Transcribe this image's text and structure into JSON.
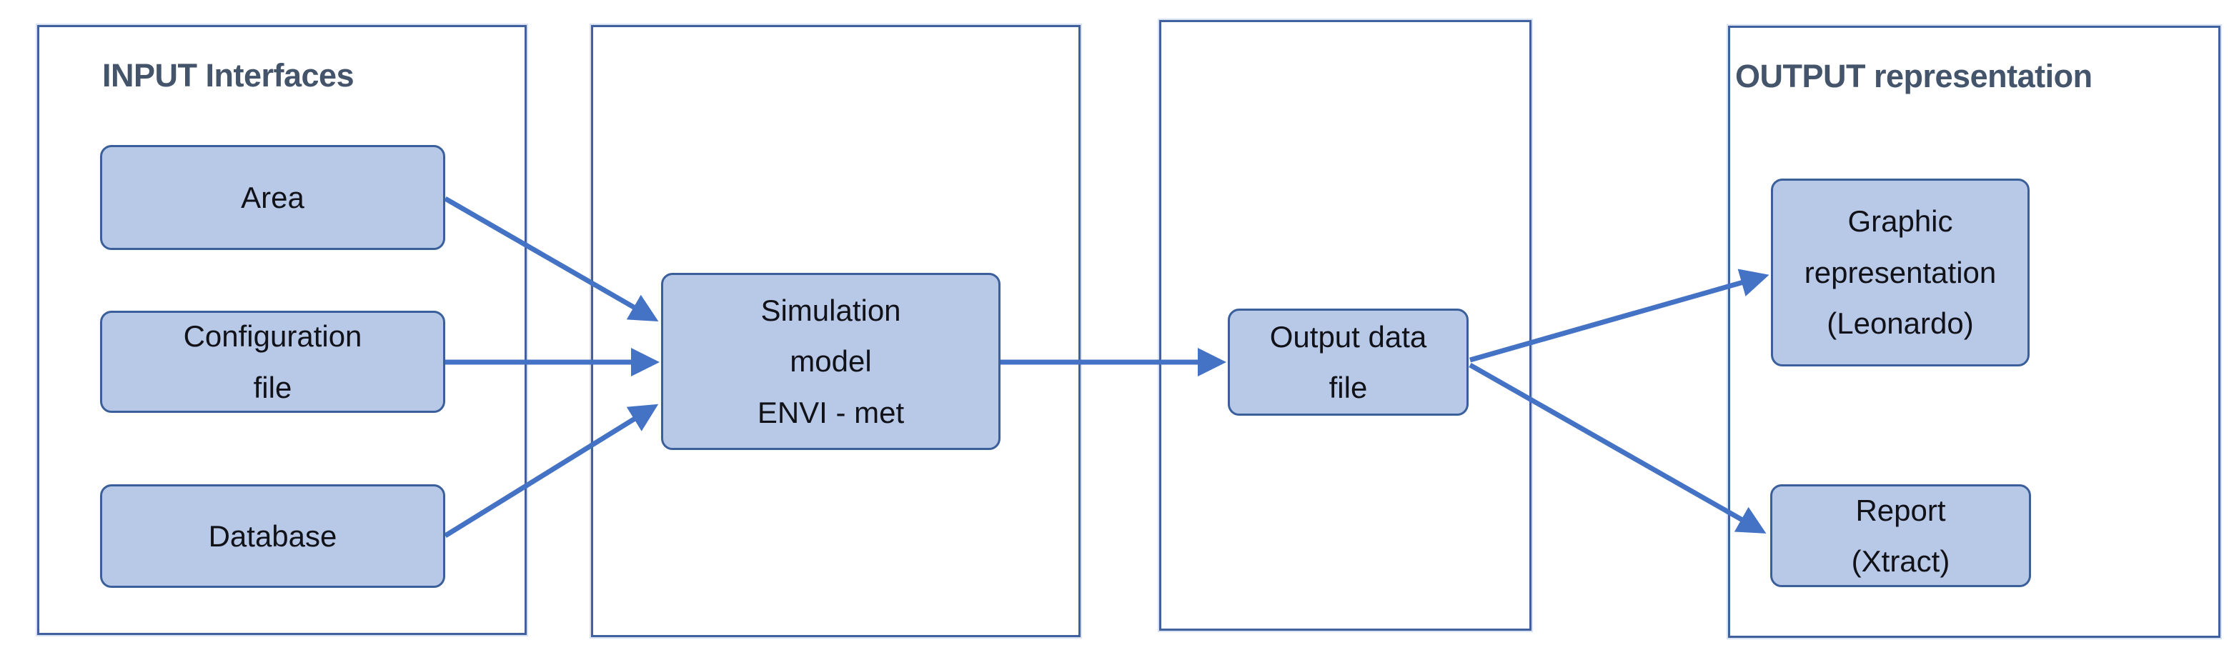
{
  "colors": {
    "background": "#FFFFFF",
    "panel_border": "#41619E",
    "node_fill": "#B8C9E8",
    "node_border": "#3A5F9B",
    "arrow": "#4472C4",
    "title_text": "#44546A",
    "node_text": "#111118"
  },
  "panels": {
    "input": {
      "title": "INPUT Interfaces"
    },
    "output": {
      "title": "OUTPUT representation"
    }
  },
  "nodes": {
    "area": {
      "label": "Area"
    },
    "configuration_file": {
      "label": "Configuration\nfile"
    },
    "database": {
      "label": "Database"
    },
    "simulation_model": {
      "label": "Simulation\nmodel\nENVI - met"
    },
    "output_data_file": {
      "label": "Output data\nfile"
    },
    "graphic_representation": {
      "label": "Graphic\nrepresentation\n(Leonardo)"
    },
    "report": {
      "label": "Report\n(Xtract)"
    }
  },
  "connections": [
    {
      "from": "Area",
      "to": "Simulation model ENVI - met"
    },
    {
      "from": "Configuration file",
      "to": "Simulation model ENVI - met"
    },
    {
      "from": "Database",
      "to": "Simulation model ENVI - met"
    },
    {
      "from": "Simulation model ENVI - met",
      "to": "Output data file"
    },
    {
      "from": "Output data file",
      "to": "Graphic representation (Leonardo)"
    },
    {
      "from": "Output data file",
      "to": "Report (Xtract)"
    }
  ]
}
